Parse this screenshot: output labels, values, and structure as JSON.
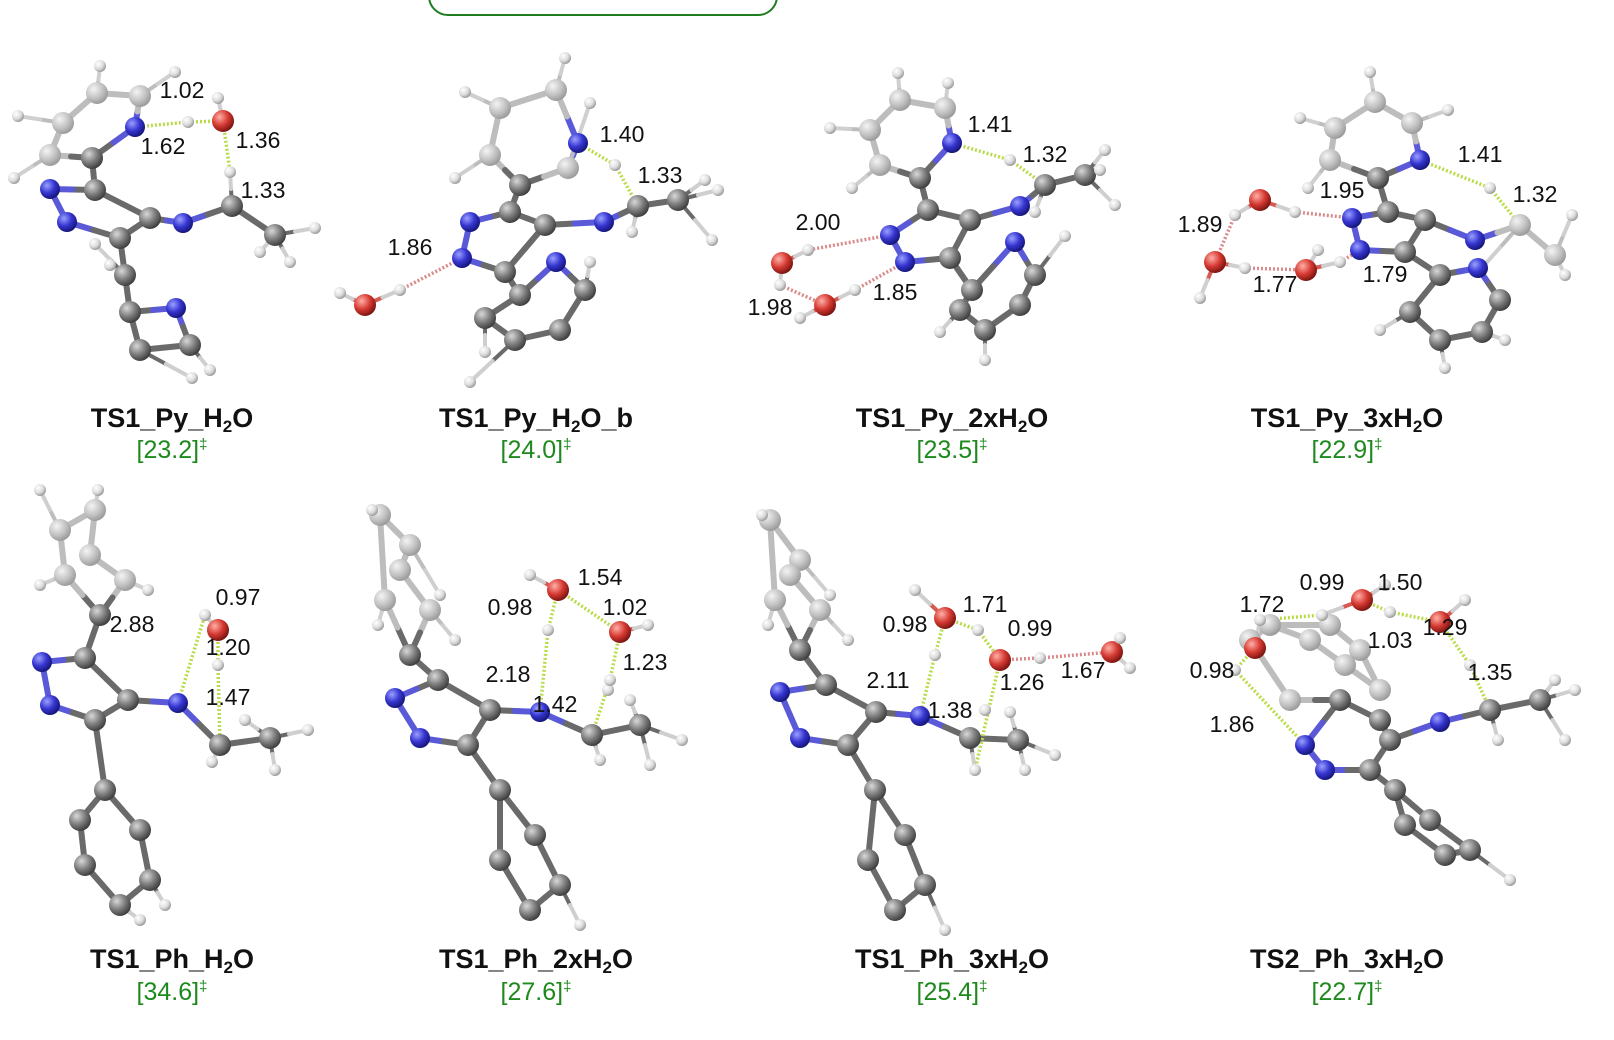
{
  "colors": {
    "accent_green": "#1e8a1e",
    "carbon": "#7a7a7a",
    "nitrogen": "#3a3ad6",
    "oxygen": "#d43a3a",
    "hydrogen": "#e6e6e6",
    "hbond_green": "#b9dc4a",
    "hbond_red": "#d98a8a"
  },
  "panels": [
    {
      "name_main": "TS1_Py_H",
      "name_sub": "2",
      "name_tail": "O",
      "energy": "[23.2]",
      "energy_mark": "‡",
      "distances": [
        "1.02",
        "1.62",
        "1.36",
        "1.33"
      ]
    },
    {
      "name_main": "TS1_Py_H",
      "name_sub": "2",
      "name_tail": "O_b",
      "energy": "[24.0]",
      "energy_mark": "‡",
      "distances": [
        "1.40",
        "1.33",
        "1.86"
      ]
    },
    {
      "name_main": "TS1_Py_2xH",
      "name_sub": "2",
      "name_tail": "O",
      "energy": "[23.5]",
      "energy_mark": "‡",
      "distances": [
        "1.41",
        "1.32",
        "2.00",
        "1.98",
        "1.85"
      ]
    },
    {
      "name_main": "TS1_Py_3xH",
      "name_sub": "2",
      "name_tail": "O",
      "energy": "[22.9]",
      "energy_mark": "‡",
      "distances": [
        "1.41",
        "1.32",
        "1.95",
        "1.89",
        "1.77",
        "1.79"
      ]
    },
    {
      "name_main": "TS1_Ph_H",
      "name_sub": "2",
      "name_tail": "O",
      "energy": "[34.6]",
      "energy_mark": "‡",
      "distances": [
        "0.97",
        "2.88",
        "1.20",
        "1.47"
      ]
    },
    {
      "name_main": "TS1_Ph_2xH",
      "name_sub": "2",
      "name_tail": "O",
      "energy": "[27.6]",
      "energy_mark": "‡",
      "distances": [
        "1.54",
        "0.98",
        "1.02",
        "1.23",
        "2.18",
        "1.42"
      ]
    },
    {
      "name_main": "TS1_Ph_3xH",
      "name_sub": "2",
      "name_tail": "O",
      "energy": "[25.4]",
      "energy_mark": "‡",
      "distances": [
        "1.71",
        "0.98",
        "0.99",
        "1.67",
        "1.26",
        "2.11",
        "1.38"
      ]
    },
    {
      "name_main": "TS2_Ph_3xH",
      "name_sub": "2",
      "name_tail": "O",
      "energy": "[22.7]",
      "energy_mark": "‡",
      "distances": [
        "0.99",
        "1.50",
        "1.72",
        "1.03",
        "1.29",
        "0.98",
        "1.35",
        "1.86"
      ]
    }
  ]
}
